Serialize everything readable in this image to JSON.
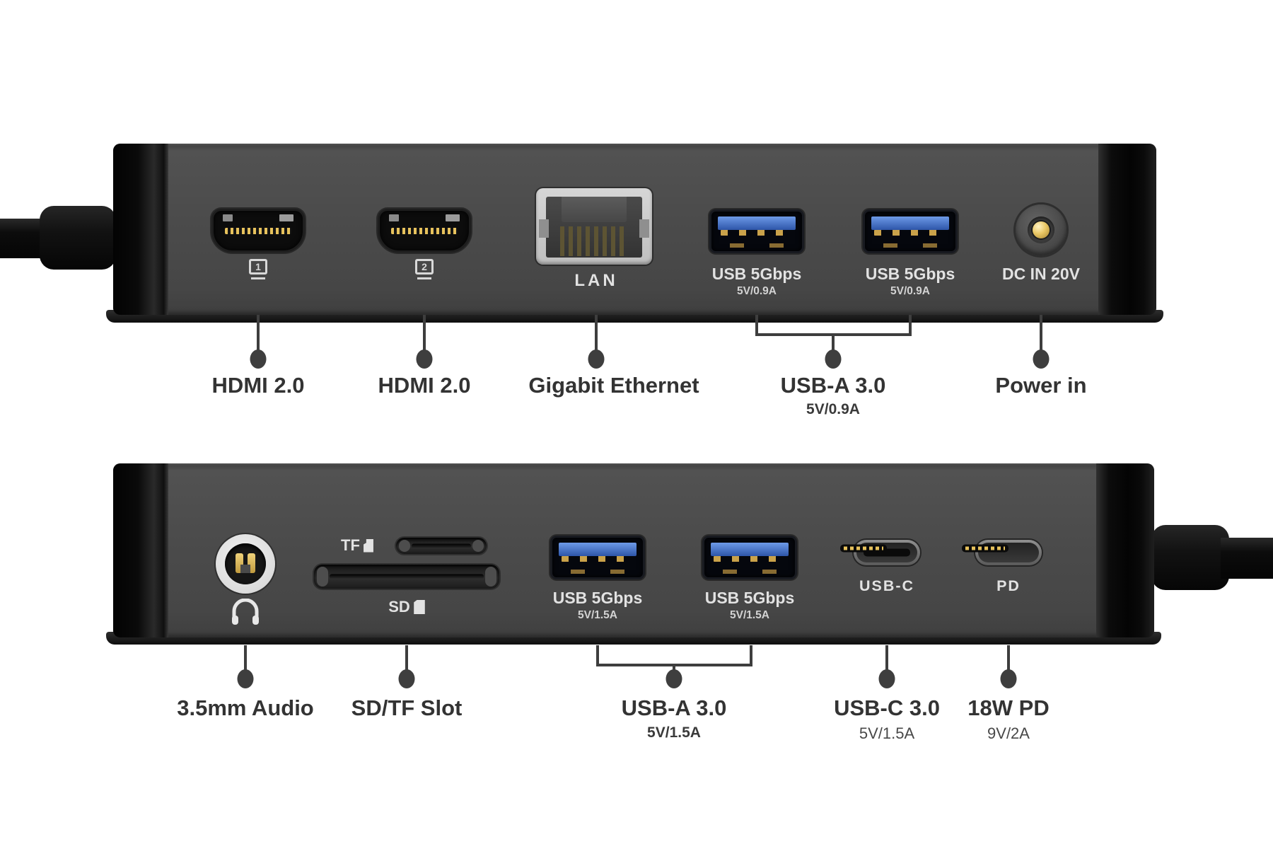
{
  "diagram_title": "USB-C docking station port diagram, rear and front views",
  "colors": {
    "background": "#ffffff",
    "device_face": "#4a4a4a",
    "annotation": "#3e3e3e",
    "caption_text": "#333333",
    "port_label_text": "#e2e2e2",
    "usb_tongue_blue": "#3a63b8",
    "gold": "#e7c25c"
  },
  "top_device": {
    "view": "rear",
    "port_labels": {
      "hdmi1_num": "1",
      "hdmi2_num": "2",
      "lan": "LAN",
      "usb_a_1": {
        "label": "USB 5Gbps",
        "sub": "5V/0.9A"
      },
      "usb_a_2": {
        "label": "USB 5Gbps",
        "sub": "5V/0.9A"
      },
      "dc_in": "DC IN 20V"
    },
    "captions": {
      "hdmi1": "HDMI 2.0",
      "hdmi2": "HDMI 2.0",
      "ethernet": "Gigabit Ethernet",
      "usb_a": {
        "label": "USB-A 3.0",
        "sub": "5V/0.9A"
      },
      "power": "Power in"
    }
  },
  "bottom_device": {
    "view": "front",
    "port_labels": {
      "tf": "TF",
      "sd": "SD",
      "usb_a_1": {
        "label": "USB 5Gbps",
        "sub": "5V/1.5A"
      },
      "usb_a_2": {
        "label": "USB 5Gbps",
        "sub": "5V/1.5A"
      },
      "usb_c": "USB-C",
      "pd": "PD"
    },
    "captions": {
      "audio": "3.5mm Audio",
      "card": "SD/TF Slot",
      "usb_a": {
        "label": "USB-A 3.0",
        "sub": "5V/1.5A"
      },
      "usb_c": {
        "label": "USB-C 3.0",
        "sub": "5V/1.5A"
      },
      "pd": {
        "label": "18W PD",
        "sub": "9V/2A"
      }
    }
  }
}
